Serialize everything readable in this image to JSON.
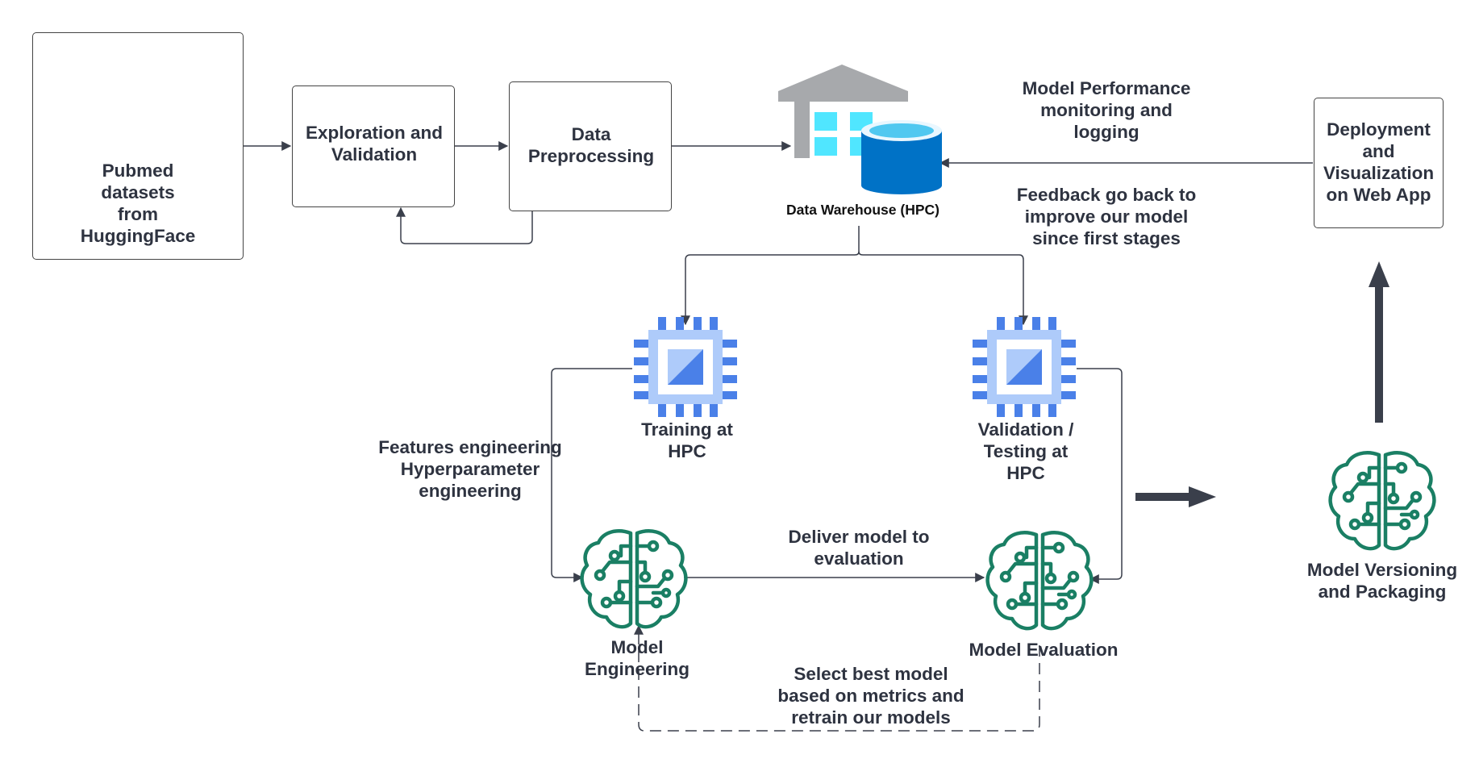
{
  "nodes": {
    "pubmed": "Pubmed\ndatasets\nfrom\nHuggingFace",
    "exploration": "Exploration and\nValidation",
    "preprocessing": "Data\nPreprocessing",
    "warehouse": "Data Warehouse (HPC)",
    "deployment": "Deployment\nand\nVisualization\non Web App",
    "training": "Training at\nHPC",
    "validation": "Validation /\nTesting at\nHPC",
    "model_engineering": "Model\nEngineering",
    "model_evaluation": "Model Evaluation",
    "model_versioning": "Model Versioning\nand Packaging"
  },
  "annotations": {
    "monitoring": "Model Performance\nmonitoring and\nlogging",
    "feedback": "Feedback go back to\nimprove our model\nsince first stages",
    "features": "Features engineering\nHyperparameter\nengineering",
    "deliver": "Deliver model to\nevaluation",
    "select": "Select best model\nbased on metrics and\nretrain our models"
  },
  "icons": {
    "dataset": "dataset-search-icon",
    "warehouse": "data-warehouse-icon",
    "chip": "processor-chip-icon",
    "brain": "neural-brain-circuit-icon"
  },
  "colors": {
    "dataset_blue": "#4285f4",
    "chip_blue": "#4a80e8",
    "chip_light": "#aecbfa",
    "brain_green": "#1a7f64",
    "warehouse_gray": "#a7a9ac",
    "warehouse_window": "#50e6ff",
    "cylinder_blue": "#0072c6",
    "arrow_dark": "#3a3f4b"
  }
}
